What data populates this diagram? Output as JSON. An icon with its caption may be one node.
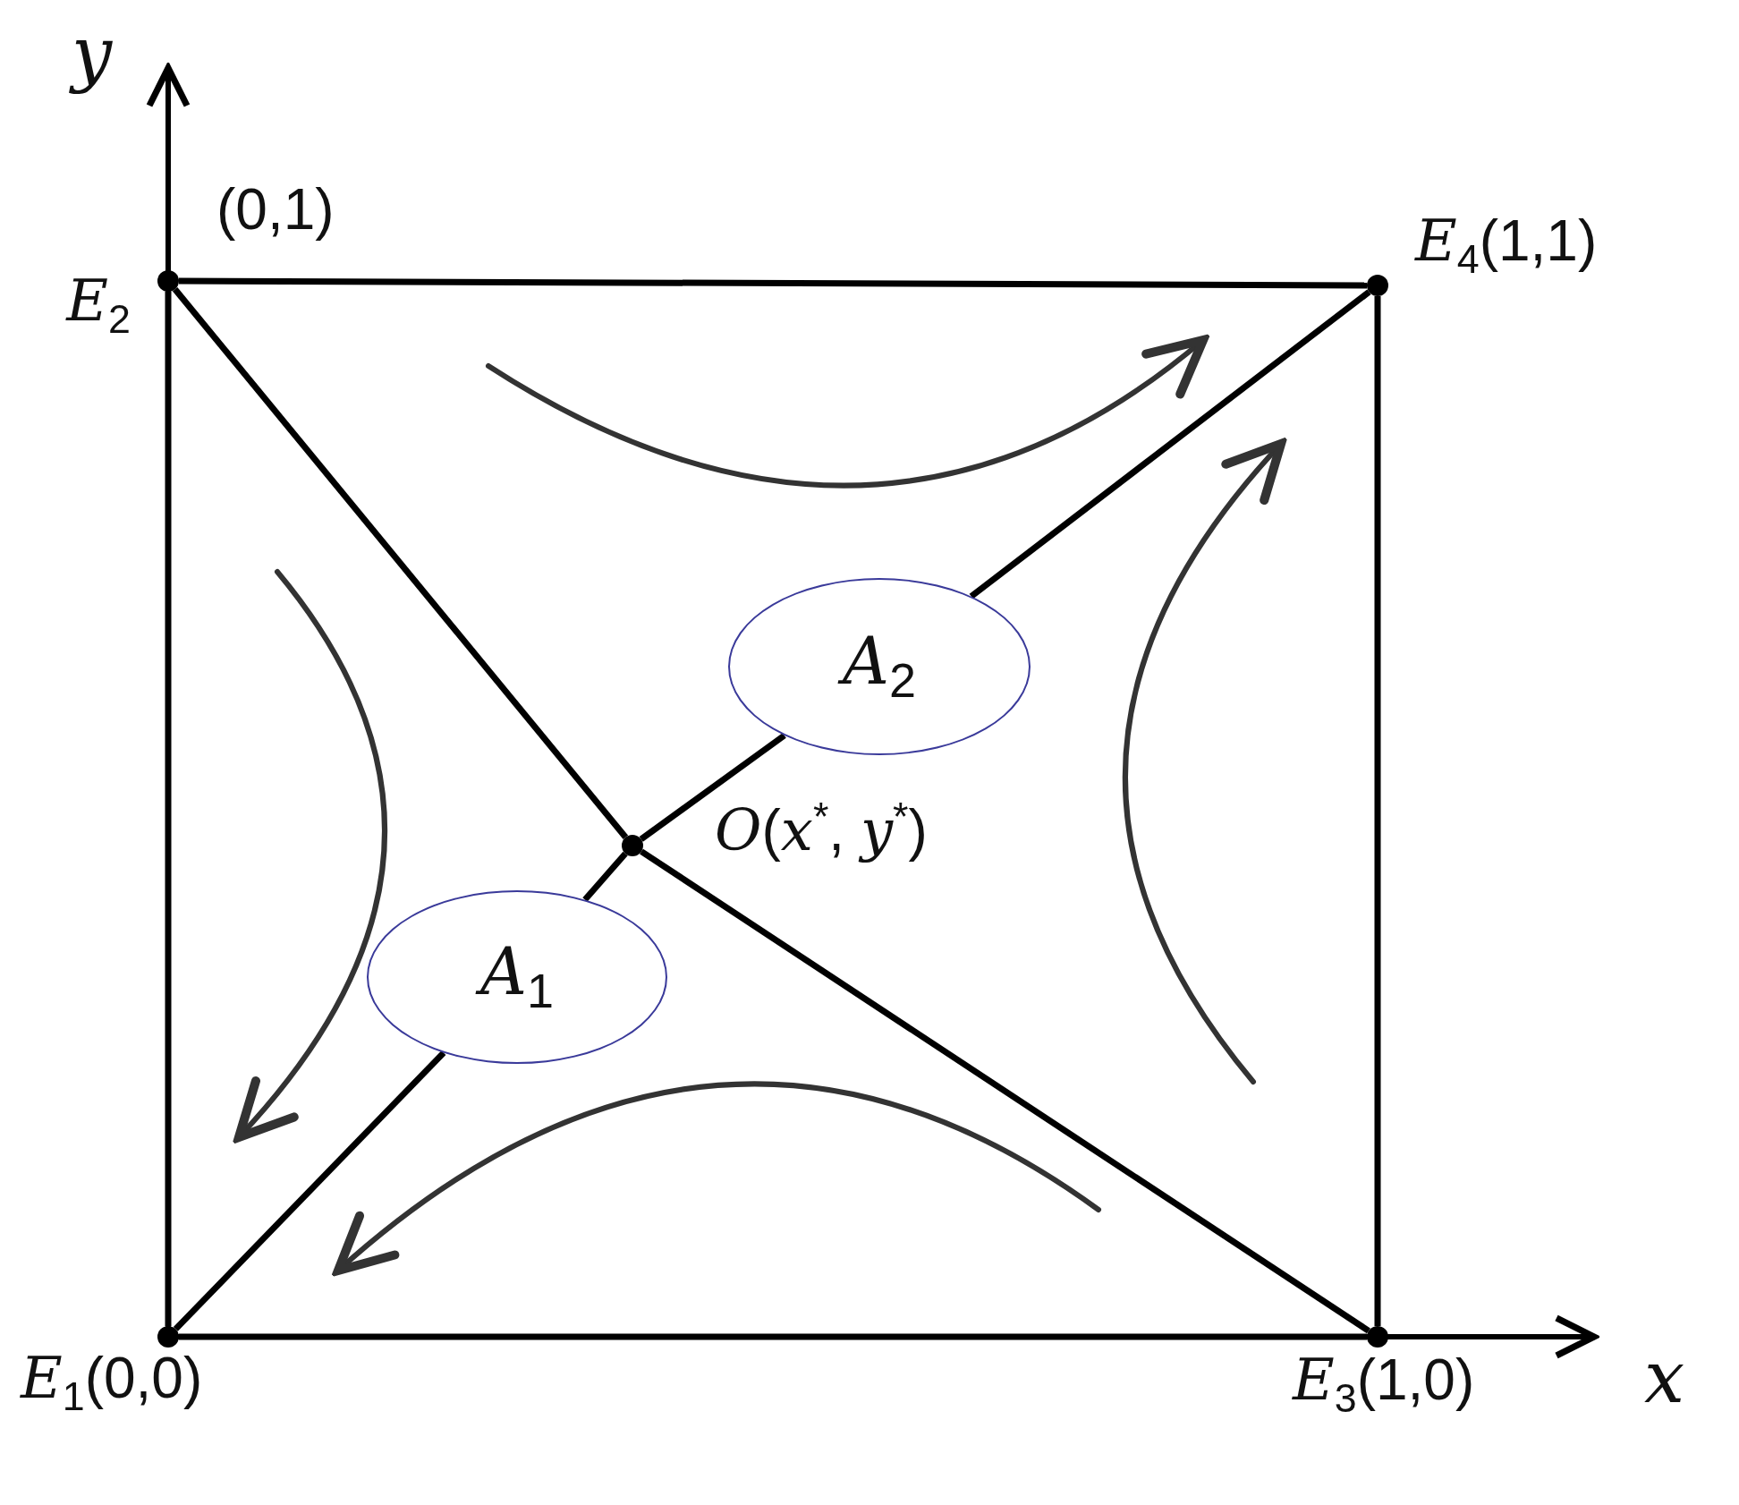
{
  "diagram": {
    "nodes": [
      {
        "text": [
          "*E*$_{1}$(0,0)"
        ]
      },
      {
        "text": [
          "*E*$_{2}$"
        ],
        "beside": [
          "(0,1)"
        ]
      },
      {
        "text": [
          "*E*$_{3}$(1,0)"
        ]
      },
      {
        "text": [
          "*E*$_{4}$(1,1)"
        ]
      },
      {
        "text": [
          "*O*(*x*$^{*}$, *y*$^{*}$)"
        ]
      },
      {
        "text": [
          "*A*$_{1}$"
        ]
      },
      {
        "text": [
          "*A*$_{2}$"
        ]
      }
    ],
    "edges": [
      {
        "from": 0,
        "to": 1,
        "arrow": "none"
      },
      {
        "from": 1,
        "to": 3,
        "arrow": "none"
      },
      {
        "from": 3,
        "to": 2,
        "arrow": "none"
      },
      {
        "from": 2,
        "to": 0,
        "arrow": "none"
      },
      {
        "from": 1,
        "to": 4,
        "arrow": "none"
      },
      {
        "from": 4,
        "to": 2,
        "arrow": "none"
      },
      {
        "from": 0,
        "to": 5,
        "arrow": "none"
      },
      {
        "from": 5,
        "to": 4,
        "arrow": "none"
      },
      {
        "from": 4,
        "to": 6,
        "arrow": "none"
      },
      {
        "from": 6,
        "to": 3,
        "arrow": "none"
      }
    ],
    "labels": [
      "*y*",
      "*x*"
    ]
  }
}
